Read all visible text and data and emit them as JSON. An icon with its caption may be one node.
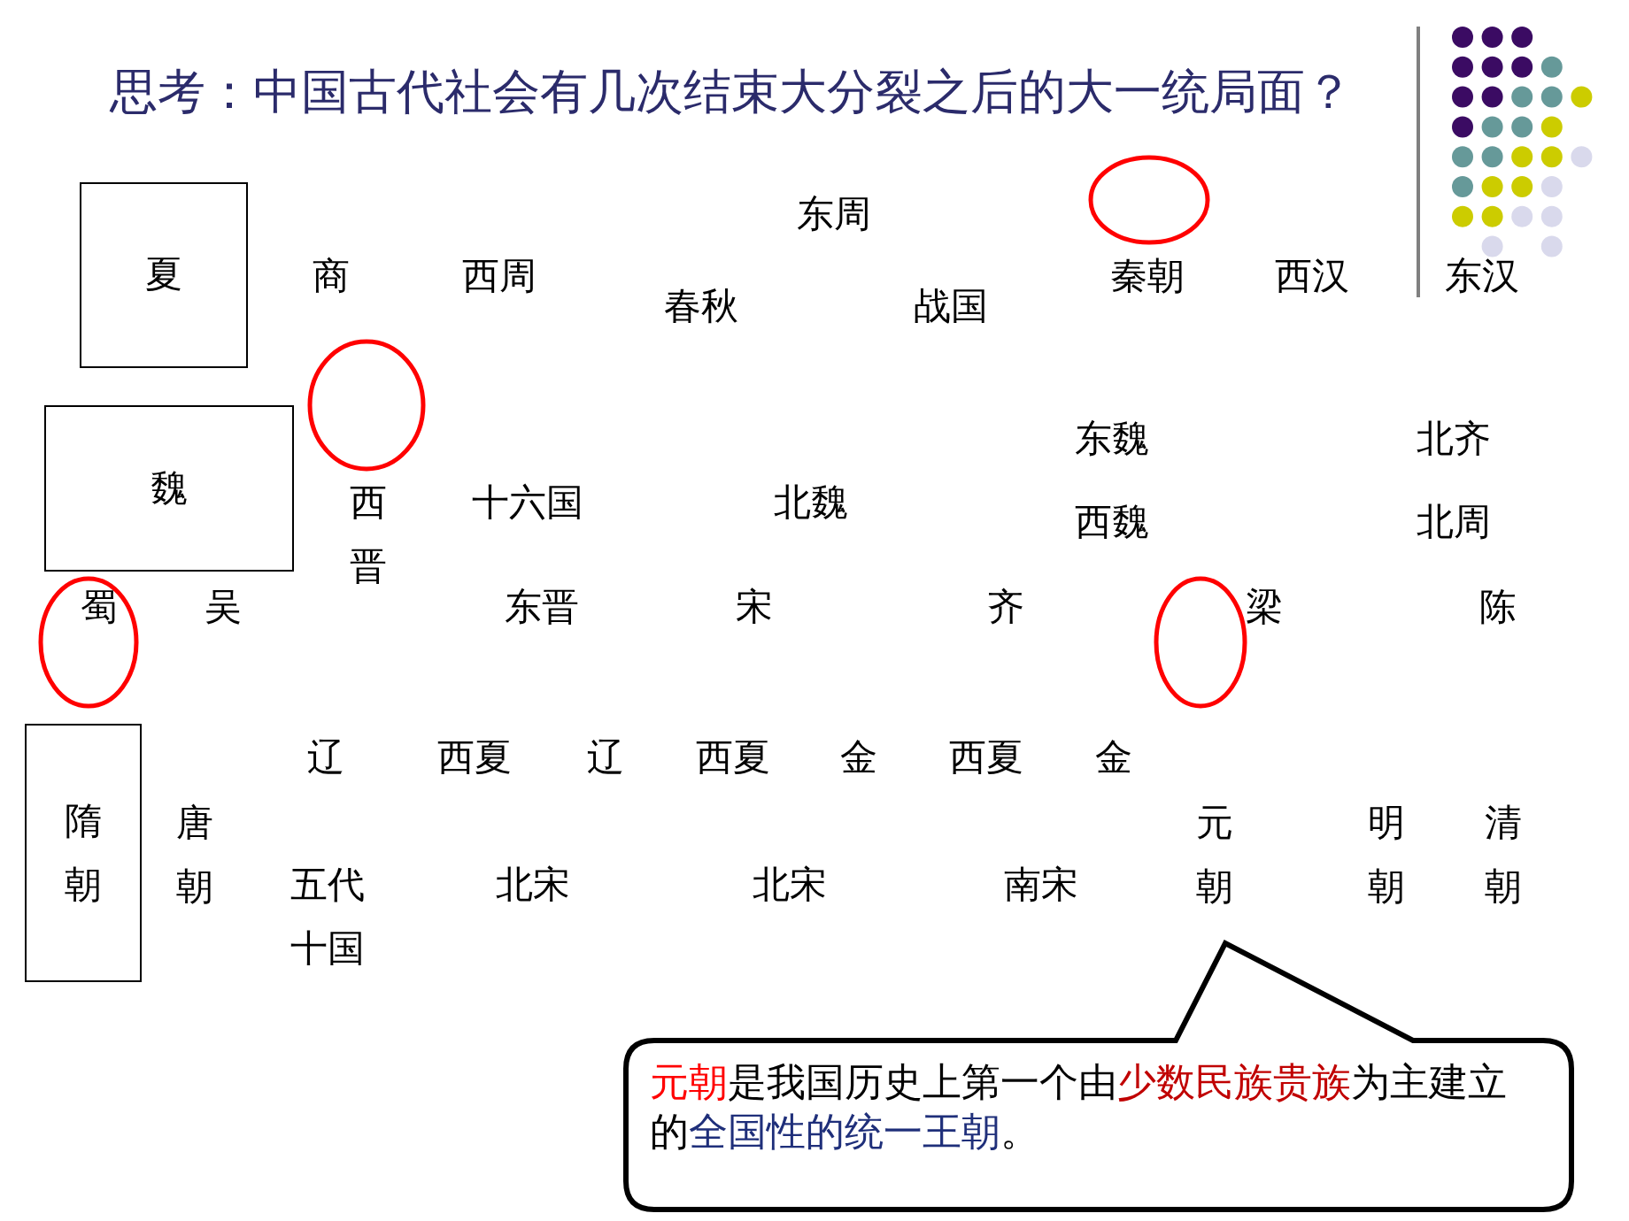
{
  "diagram": {
    "title": "思考：中国古代社会有几次结束大分裂之后的大一统局面？",
    "nodes": [
      {
        "text": [
          "夏"
        ]
      },
      {
        "text": [
          "魏"
        ]
      },
      {
        "text": [
          "隋朝"
        ]
      },
      {
        "text": [
          "**元朝**是我国历史上第一个由**少数民族贵族**为主建立的**全国性的统一王朝**。"
        ]
      }
    ],
    "labels": [
      "商",
      "西周",
      "东周",
      "春秋",
      "战国",
      "秦朝",
      "西汉",
      "东汉",
      "西晋",
      "十六国",
      "北魏",
      "东魏",
      "西魏",
      "北齐",
      "北周",
      "蜀",
      "吴",
      "东晋",
      "宋",
      "齐",
      "梁",
      "陈",
      "辽",
      "西夏",
      "辽",
      "西夏",
      "金",
      "西夏",
      "金",
      "唐朝",
      "五代十国",
      "北宋",
      "北宋",
      "南宋",
      "元朝",
      "明朝",
      "清朝"
    ]
  }
}
